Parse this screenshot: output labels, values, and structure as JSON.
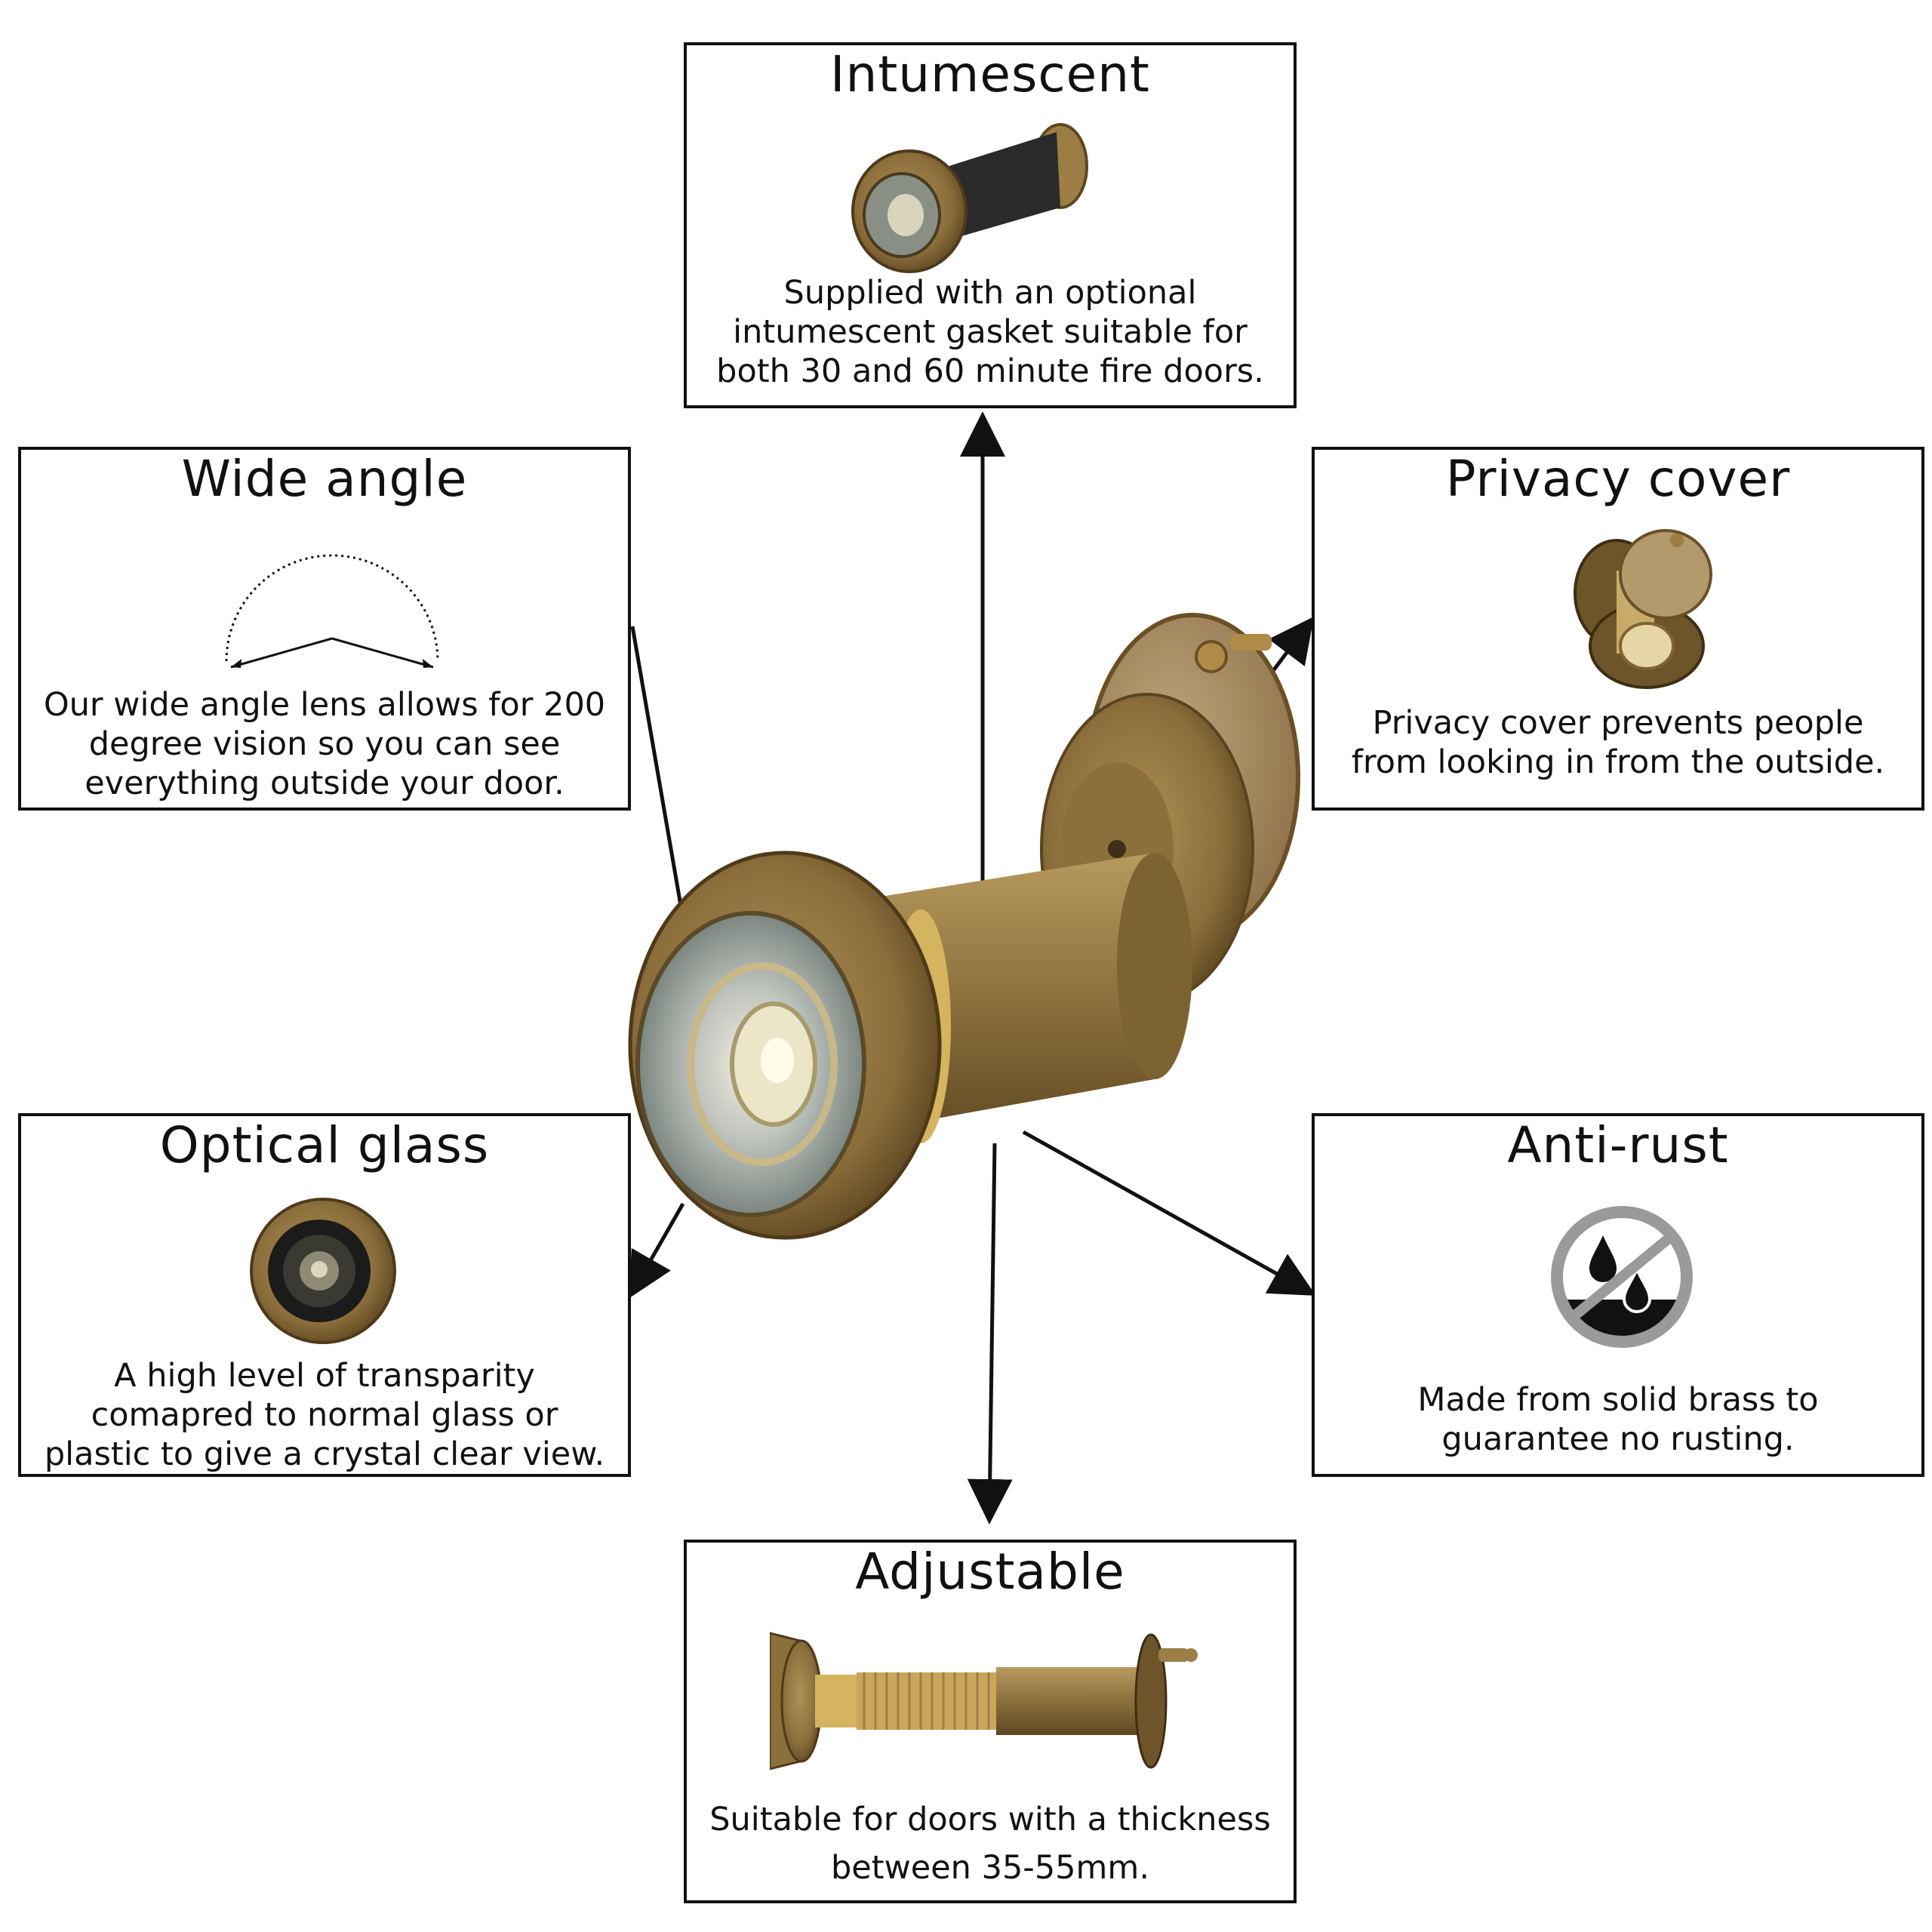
{
  "panels": {
    "intumescent": {
      "title": "Intumescent",
      "text": "Supplied with an optional intumescent gasket suitable for both 30 and 60 minute fire doors."
    },
    "wide_angle": {
      "title": "Wide angle",
      "text": "Our wide angle lens allows for 200 degree vision so you can see everything outside your door."
    },
    "privacy_cover": {
      "title": "Privacy cover",
      "text": "Privacy cover prevents people from looking in from the outside."
    },
    "optical_glass": {
      "title": "Optical glass",
      "text": "A high level of transparity comapred to normal glass or plastic to give a crystal clear view."
    },
    "anti_rust": {
      "title": "Anti-rust",
      "text": "Made from solid brass to guarantee no rusting."
    },
    "adjustable": {
      "title": "Adjustable",
      "text": "Suitable for doors with a thickness between 35-55mm."
    }
  },
  "colors": {
    "brass_dark": "#6e5529",
    "brass_mid": "#9c7e45",
    "brass_light": "#c4a86c",
    "border": "#111111",
    "icon_grey": "#9a9a9a"
  },
  "icons": [
    "wide-angle-diagram",
    "no-water-drop-icon",
    "door-viewer-product"
  ]
}
